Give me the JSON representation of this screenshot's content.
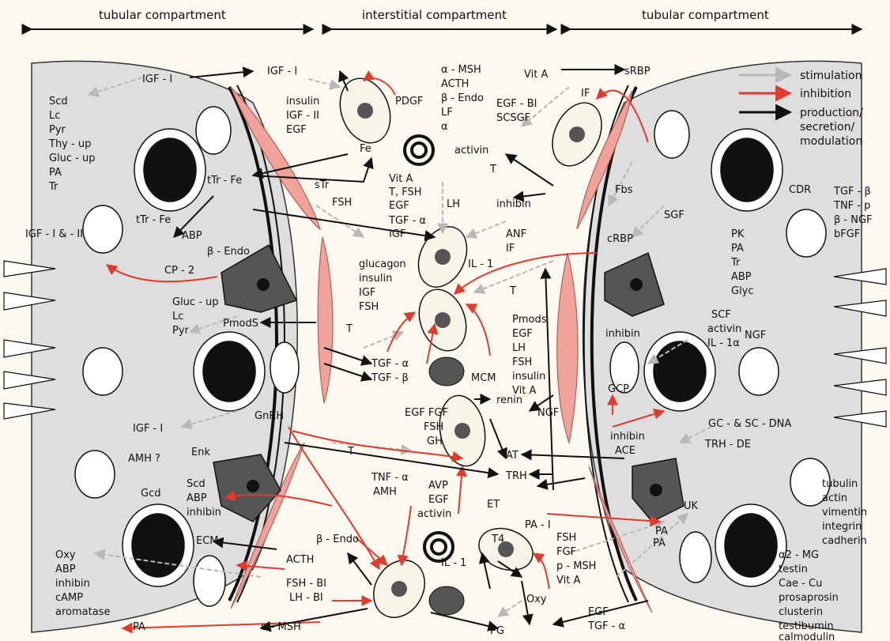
{
  "headers": {
    "left": "tubular compartment",
    "middle": "interstitial compartment",
    "right": "tubular compartment"
  },
  "legend": {
    "stimulation": "stimulation",
    "inhibition": "inhibition",
    "production_l1": "production/",
    "production_l2": "secretion/",
    "production_l3": "modulation"
  },
  "colors": {
    "stimulation": "#bdbdbd",
    "inhibition": "#e03b2b",
    "production": "#111111",
    "myoid": "#f0a39a",
    "sertoli_cyto": "#dedede"
  },
  "labels": {
    "igf1_left": "IGF - I",
    "igf1_mid": "IGF - I",
    "scd": "Scd",
    "lc": "Lc",
    "pyr": "Pyr",
    "thyup": "Thy - up",
    "glucup": "Gluc - up",
    "pa_l": "PA",
    "tr_l": "Tr",
    "insulin": "insulin",
    "igf2": "IGF - II",
    "egf_top": "EGF",
    "pdgf": "PDGF",
    "fe": "Fe",
    "ttrfe": "tTr - Fe",
    "str": "sTr",
    "fsh_l": "FSH",
    "ttrfe2": "tTr - Fe",
    "igf12": "IGF - I & - II",
    "abp_l": "ABP",
    "bendo1": "β - Endo",
    "cp2": "CP - 2",
    "glucup2": "Gluc - up",
    "lc2": "Lc",
    "pyr2": "Pyr",
    "pmods_l": "PmodS",
    "t1": "T",
    "tgfa": "TGF - α",
    "tgfb": "TGF - β",
    "mcm": "MCM",
    "amsh_top": "α - MSH",
    "acth_top": "ACTH",
    "bendo_top": "β - Endo",
    "lf": "LF",
    "alpha": "α",
    "activin_top": "activin",
    "vita_mid": "Vit A",
    "tfsh": "T, FSH",
    "egf_mid": "EGF",
    "tgfa_mid": "TGF - α",
    "igf_mid": "IGF",
    "lh_mid": "LH",
    "inhibin_mid": "inhibin",
    "anf": "ANF",
    "if_mid": "IF",
    "il1_mid": "IL - 1",
    "glucagon": "glucagon",
    "insulin2": "insulin",
    "igf2b": "IGF",
    "fsh2": "FSH",
    "t_mid": "T",
    "vita_top": "Vit A",
    "srbp": "sRBP",
    "if_top": "IF",
    "egfbi": "EGF - BI",
    "scsgf": "SCSGF",
    "t_top": "T",
    "fbs": "Fbs",
    "sgf": "SGF",
    "crbp": "cRBP",
    "cdr": "CDR",
    "tgfb_r": "TGF - β",
    "tnfp": "TNF - p",
    "bngf": "β - NGF",
    "bfgf": "bFGF",
    "pk": "PK",
    "pa_r": "PA",
    "tr_r": "Tr",
    "abp_r": "ABP",
    "glyc": "Glyc",
    "scf": "SCF",
    "activin_r": "activin",
    "il1a": "IL - 1α",
    "inhibin_r": "inhibin",
    "ngf_r": "NGF",
    "pmods_r": "Pmods",
    "egf_r": "EGF",
    "lh_r": "LH",
    "fsh_r": "FSH",
    "insulin_r": "insulin",
    "vita_r": "Vit A",
    "gcp": "GCP",
    "renin": "renin",
    "ngf_mid": "NGF",
    "inhibin_low": "inhibin",
    "ace": "ACE",
    "gcsc": "GC - & SC - DNA",
    "trhde": "TRH - DE",
    "igf1_low": "IGF - I",
    "gnrh": "GnRH",
    "egffgf": "EGF  FGF",
    "fsh_low": "FSH",
    "gh": "GH",
    "amh_q": "AMH ?",
    "enk": "Enk",
    "t_low": "T",
    "at": "AT",
    "trh": "TRH",
    "gcd": "Gcd",
    "scd2": "Scd",
    "abp2": "ABP",
    "inhibin2": "inhibin",
    "tnfa": "TNF - α",
    "amh": "AMH",
    "avp": "AVP",
    "egf_avp": "EGF",
    "activin_low": "activin",
    "et": "ET",
    "pai": "PA - I",
    "t4": "T4",
    "pa_low": "PA",
    "uk": "UK",
    "tubulin": "tubulin",
    "actin": "actin",
    "vimentin": "vimentin",
    "integrin": "integrin",
    "cadherin": "cadherin",
    "ecm": "ECM",
    "bendo_low": "β - Endo",
    "acth_low": "ACTH",
    "fsh_bot": "FSH",
    "fgf_bot": "FGF",
    "pmsh": "p - MSH",
    "vita_bot": "Vit A",
    "pa_bot": "PA",
    "oxy_l": "Oxy",
    "abp_bl": "ABP",
    "inhibin_bl": "inhibin",
    "camp": "cAMP",
    "aromatase": "aromatase",
    "fshbi": "FSH - BI",
    "lhbi": "LH - BI",
    "a2mg": "α2 - MG",
    "testin": "testin",
    "caecu": "Cae - Cu",
    "prosaprosin": "prosaprosin",
    "clusterin": "clusterin",
    "testibumin": "testibumin",
    "calmodulin": "calmodulin",
    "il1_low": "IL - 1",
    "oxy_mid": "Oxy",
    "egf_bot": "EGF",
    "tgfa_bot": "TGF - α",
    "pa_bl": "PA",
    "amsh_low": "α - MSH",
    "pg": "PG"
  }
}
